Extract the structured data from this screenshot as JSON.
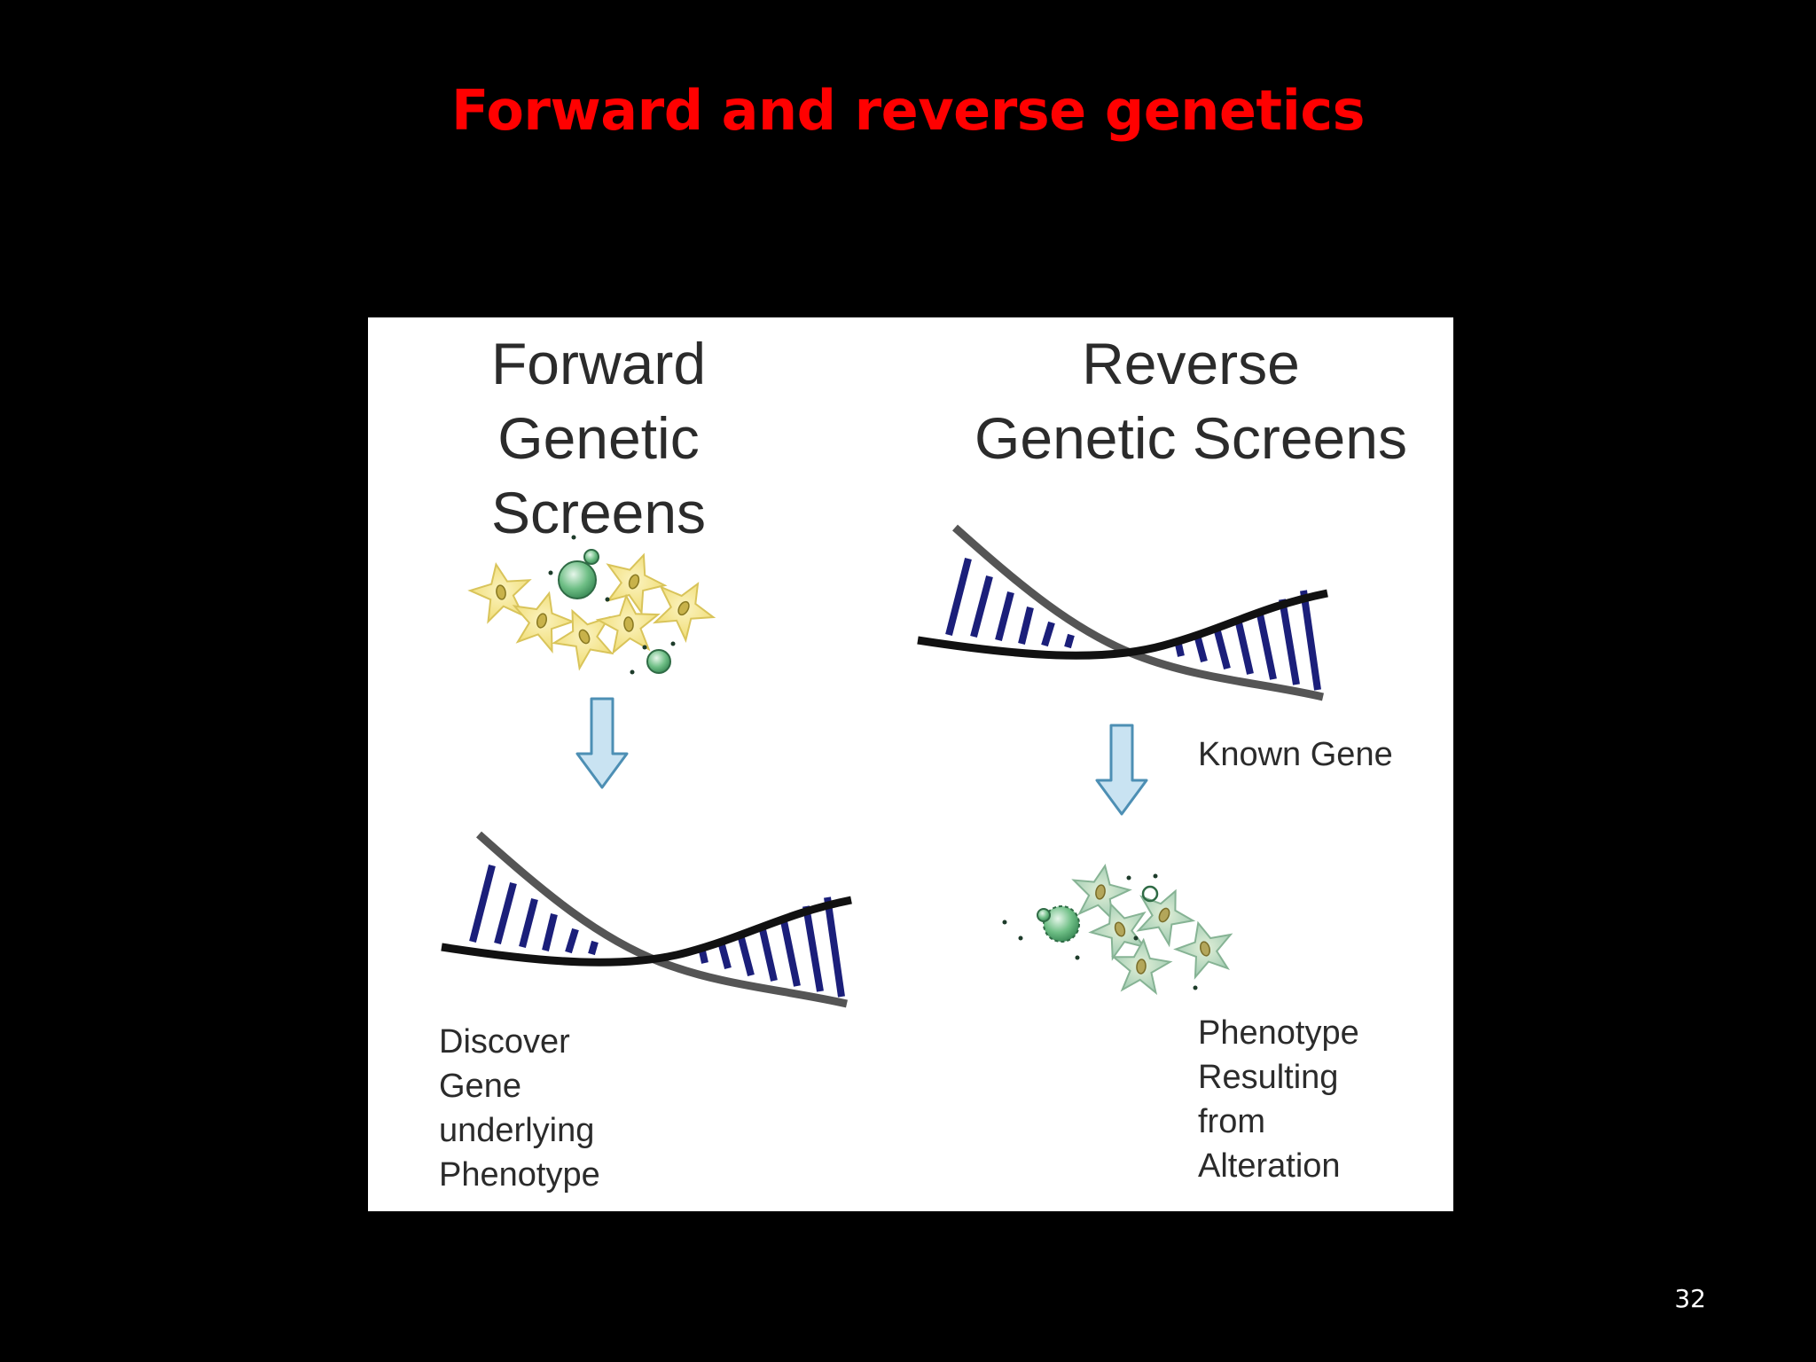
{
  "title": "Forward and reverse genetics",
  "page_number": "32",
  "colors": {
    "background": "#000000",
    "title": "#ff0000",
    "page_number": "#ffffff",
    "dna_rungs": "#1b1f7a",
    "dna_backbone": "#111111",
    "arrow_fill": "#c9e3f2",
    "arrow_stroke": "#4d8fb4",
    "cell_yellow": "#f3e48a",
    "cell_teal": "#bcd9c2",
    "molecule_green": "#6fbf86"
  },
  "forward": {
    "heading_line1": "Forward",
    "heading_line2": "Genetic Screens",
    "caption_line1": "Discover",
    "caption_line2": "Gene",
    "caption_line3": "underlying",
    "caption_line4": "Phenotype"
  },
  "reverse": {
    "heading_line1": "Reverse",
    "heading_line2": "Genetic Screens",
    "arrow_label": "Known Gene",
    "caption_line1": "Phenotype",
    "caption_line2": "Resulting",
    "caption_line3": "from",
    "caption_line4": "Alteration"
  }
}
